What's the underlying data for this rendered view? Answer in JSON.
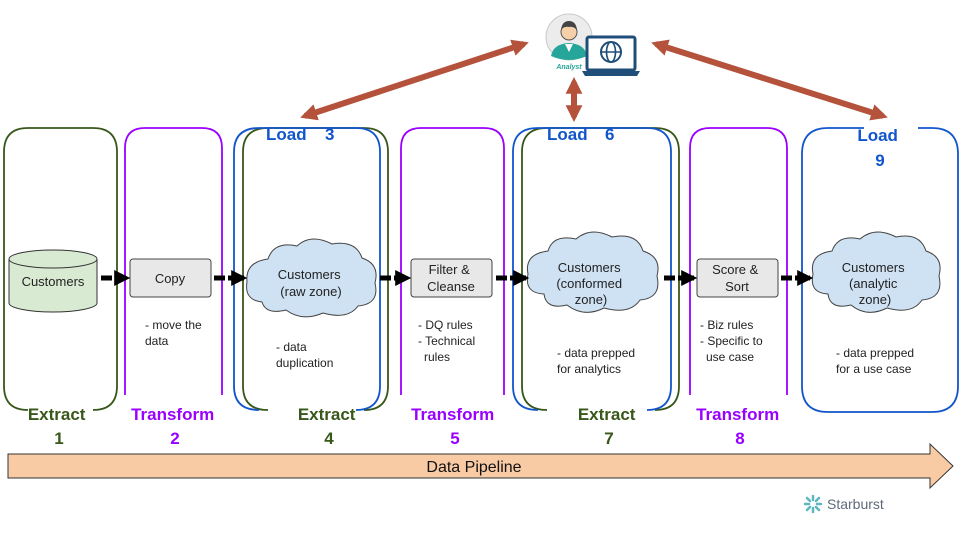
{
  "analyst": {
    "label": "Analyst",
    "icons": [
      "analyst-person-icon",
      "laptop-globe-icon"
    ]
  },
  "colors": {
    "extract": "#38571a",
    "transform": "#9900ff",
    "load": "#1155cc",
    "arrow_red": "#b5523b",
    "pipeline_fill": "#f8cba5",
    "cloud_fill": "#cfe2f3",
    "box_fill": "#e8e8e8",
    "db_fill": "#d9ead3"
  },
  "stages": [
    {
      "type": "Extract",
      "number": "1",
      "node": "Customers",
      "notes": []
    },
    {
      "type": "Transform",
      "number": "2",
      "node": "Copy",
      "notes": [
        "- move the",
        "data"
      ]
    },
    {
      "type": "Load",
      "number": "3",
      "type2": "Extract",
      "number2": "4",
      "node": [
        "Customers",
        "(raw zone)"
      ],
      "notes": [
        "- data",
        "duplication"
      ]
    },
    {
      "type": "Transform",
      "number": "5",
      "node": [
        "Filter &",
        "Cleanse"
      ],
      "notes": [
        "- DQ rules",
        "- Technical",
        "rules"
      ]
    },
    {
      "type": "Load",
      "number": "6",
      "type2": "Extract",
      "number2": "7",
      "node": [
        "Customers",
        "(conformed",
        "zone)"
      ],
      "notes": [
        "- data prepped",
        "for analytics"
      ]
    },
    {
      "type": "Transform",
      "number": "8",
      "node": [
        "Score &",
        "Sort"
      ],
      "notes": [
        "- Biz rules",
        "- Specific to",
        "use case"
      ]
    },
    {
      "type": "Load",
      "number": "9",
      "node": [
        "Customers",
        "(analytic",
        "zone)"
      ],
      "notes": [
        "- data prepped",
        "for a use case"
      ]
    }
  ],
  "pipeline": {
    "label": "Data Pipeline"
  },
  "brand": {
    "name": "Starburst",
    "icon": "starburst-logo-icon"
  }
}
